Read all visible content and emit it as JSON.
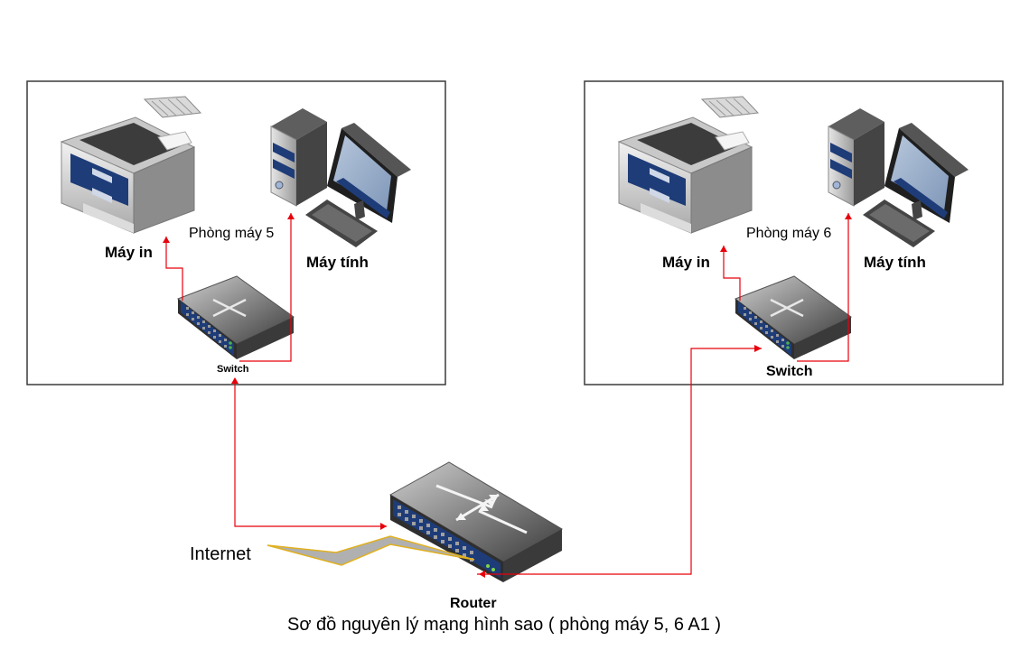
{
  "rooms": [
    {
      "room_label": "Phòng máy 5",
      "printer_label": "Máy in",
      "computer_label": "Máy tính",
      "switch_label": "Switch"
    },
    {
      "room_label": "Phòng máy 6",
      "printer_label": "Máy in",
      "computer_label": "Máy tính",
      "switch_label": "Switch"
    }
  ],
  "router_label": "Router",
  "internet_label": "Internet",
  "caption": "Sơ đồ nguyên lý mạng hình sao ( phòng máy 5, 6 A1 )",
  "colors": {
    "wire": "#e8000b",
    "frame": "#3a3a3a",
    "device_dark": "#3d3d3d",
    "port_panel": "#1e3c78",
    "screen": "#8fa8c8",
    "lightning_fill": "#b0b0b0",
    "lightning_edge": "#e0b020"
  },
  "icons": [
    "printer-icon",
    "computer-icon",
    "switch-icon",
    "router-icon",
    "lightning-icon"
  ]
}
